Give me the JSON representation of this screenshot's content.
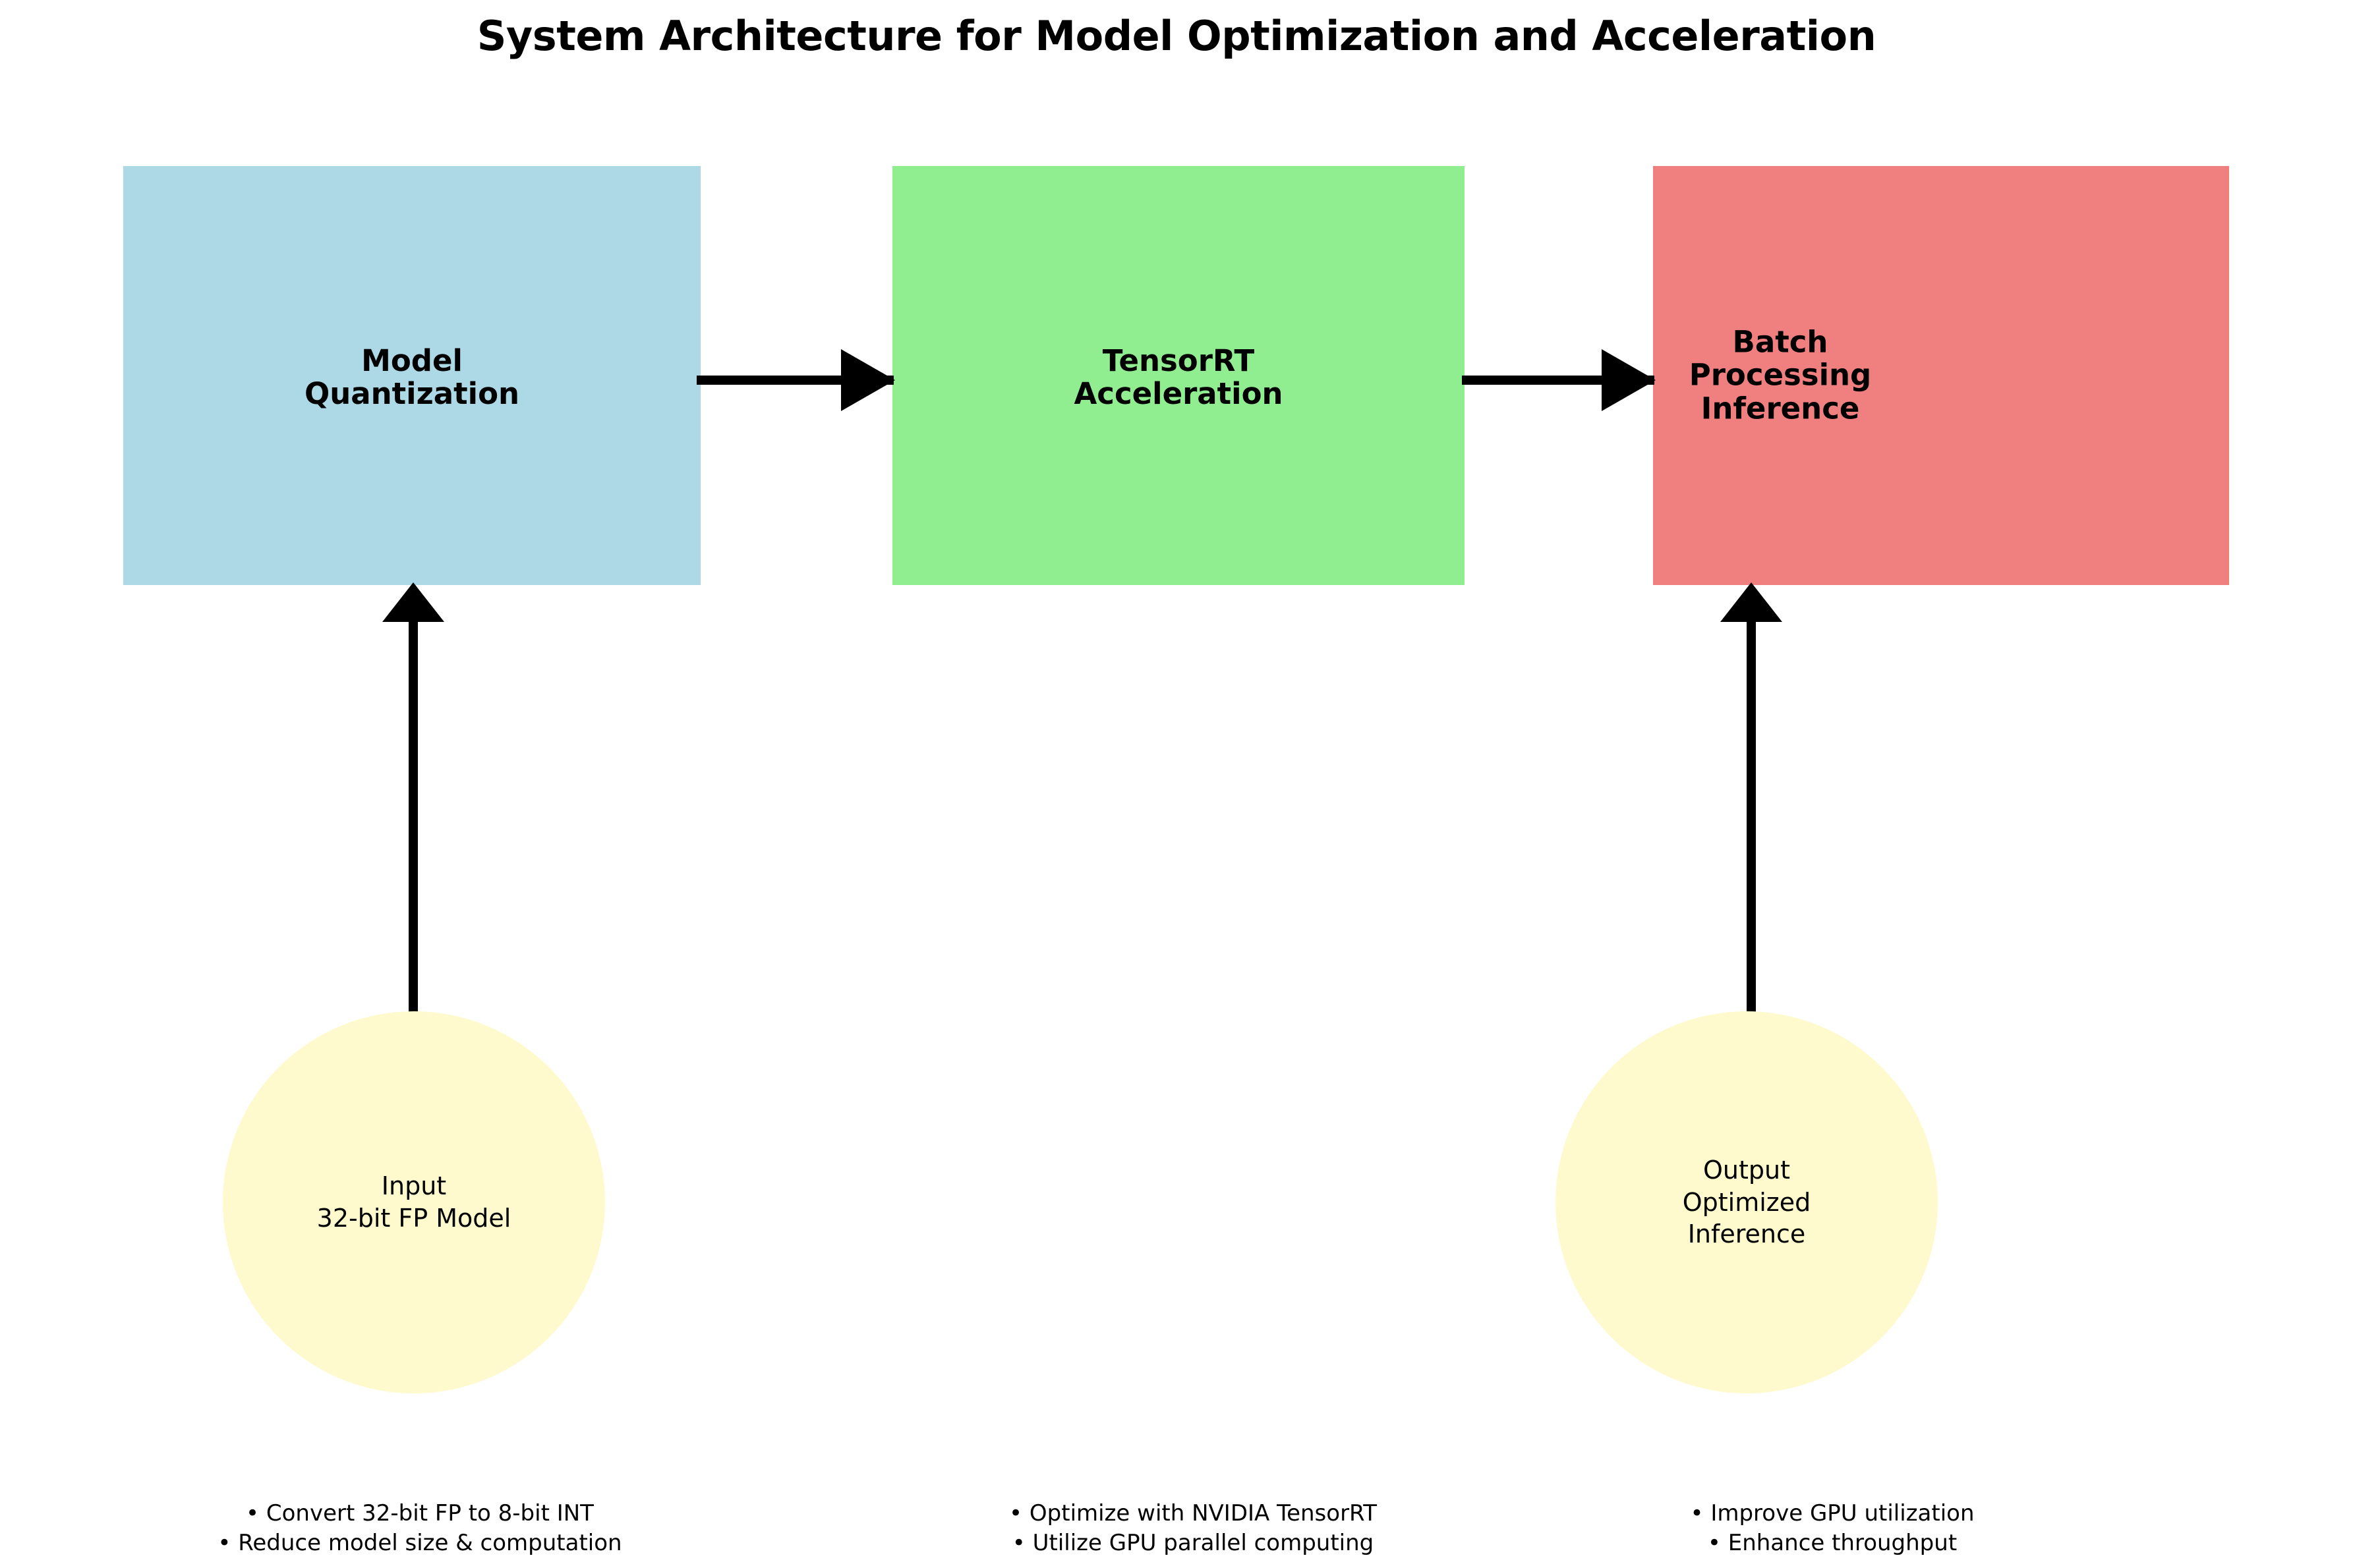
{
  "figure": {
    "title": "System Architecture for Model Optimization and Acceleration",
    "background_color": "#ffffff"
  },
  "palette": {
    "quantization_box": "#add8e6",
    "tensorrt_box": "#90ee90",
    "batch_box": "#f08080",
    "terminator_fill": "#fffacd",
    "connector": "#000000",
    "text": "#000000"
  },
  "stages": [
    {
      "id": "model-quantization",
      "label": "Model\nQuantization",
      "color": "#add8e6",
      "details": "• Convert 32-bit FP to 8-bit INT\n• Reduce model size & computation"
    },
    {
      "id": "tensorrt-acceleration",
      "label": "TensorRT\nAcceleration",
      "color": "#90ee90",
      "details": "• Optimize with NVIDIA TensorRT\n• Utilize GPU parallel computing"
    },
    {
      "id": "batch-processing-inference",
      "label": "Batch Processing\nInference",
      "color": "#f08080",
      "details": "• Improve GPU utilization\n• Enhance throughput"
    }
  ],
  "terminators": [
    {
      "id": "input",
      "label": "Input\n32-bit FP Model",
      "color": "#fffacd"
    },
    {
      "id": "output",
      "label": "Output\nOptimized\nInference",
      "color": "#fffacd"
    }
  ],
  "connectors": [
    {
      "id": "quantization-to-tensorrt",
      "from": "model-quantization",
      "to": "tensorrt-acceleration",
      "direction": "right"
    },
    {
      "id": "tensorrt-to-batch",
      "from": "tensorrt-acceleration",
      "to": "batch-processing-inference",
      "direction": "right"
    },
    {
      "id": "input-to-quantization",
      "from": "input",
      "to": "model-quantization",
      "direction": "up"
    },
    {
      "id": "output-from-batch",
      "from": "output",
      "to": "batch-processing-inference",
      "direction": "up"
    }
  ]
}
